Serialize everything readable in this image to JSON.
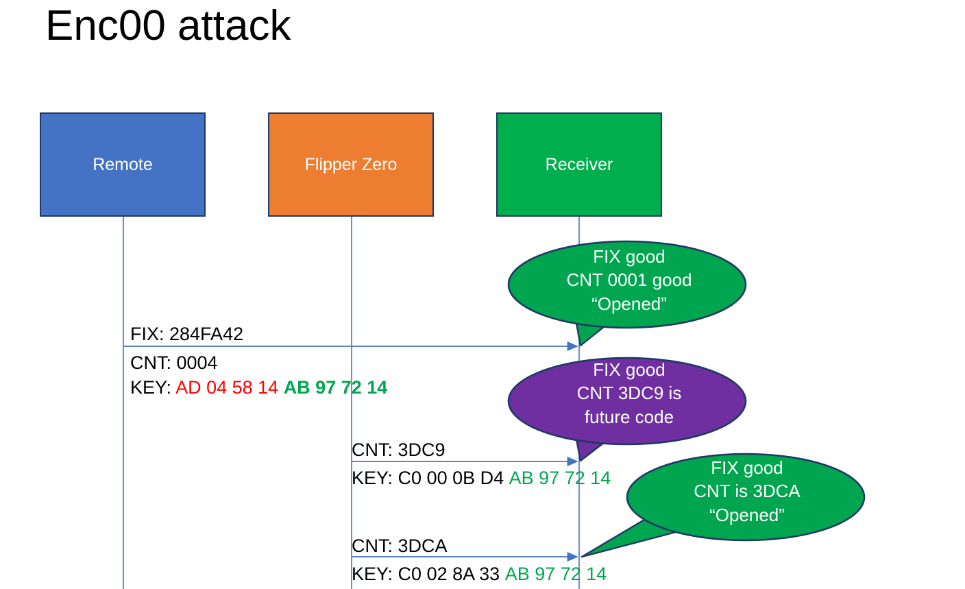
{
  "slide": {
    "title": "Enc00 attack",
    "background": "#FFFFFF"
  },
  "colors": {
    "remote": "#4472C4",
    "flipper": "#ED7D31",
    "receiver": "#00AE4D",
    "callout_green": "#00A64F",
    "callout_purple": "#6F2FA0",
    "outline": "#1F3864",
    "lifeline": "#4472C4",
    "hex_red": "#FF0000",
    "hex_green": "#00A64F"
  },
  "participants": [
    {
      "id": "remote",
      "label": "Remote"
    },
    {
      "id": "flipper",
      "label": "Flipper Zero"
    },
    {
      "id": "receiver",
      "label": "Receiver"
    }
  ],
  "messages": [
    {
      "id": "msg-1",
      "from": "remote",
      "to": "receiver",
      "fix_label": "FIX: 284FA42",
      "cnt_label": "CNT: 0004",
      "key_prefix": "KEY: ",
      "key_part_red": "AD 04 58 14",
      "key_part_green": "AB 97 72 14"
    },
    {
      "id": "msg-2",
      "from": "flipper",
      "to": "receiver",
      "cnt_label": "CNT: 3DC9",
      "key_prefix": "KEY: ",
      "key_part_black": "C0 00 0B D4",
      "key_part_green": "AB 97 72 14"
    },
    {
      "id": "msg-3",
      "from": "flipper",
      "to": "receiver",
      "cnt_label": "CNT: 3DCA",
      "key_prefix": "KEY: ",
      "key_part_black": "C0 02 8A 33",
      "key_part_green": "AB 97 72 14"
    }
  ],
  "callouts": [
    {
      "id": "callout-1",
      "color": "#00A64F",
      "line1": "FIX good",
      "line2": "CNT 0001 good",
      "line3": "“Opened”"
    },
    {
      "id": "callout-2",
      "color": "#6F2FA0",
      "line1": "FIX good",
      "line2": "CNT 3DC9 is",
      "line3": "future code"
    },
    {
      "id": "callout-3",
      "color": "#00A64F",
      "line1": "FIX good",
      "line2": "CNT is 3DCA",
      "line3": "“Opened”"
    }
  ]
}
